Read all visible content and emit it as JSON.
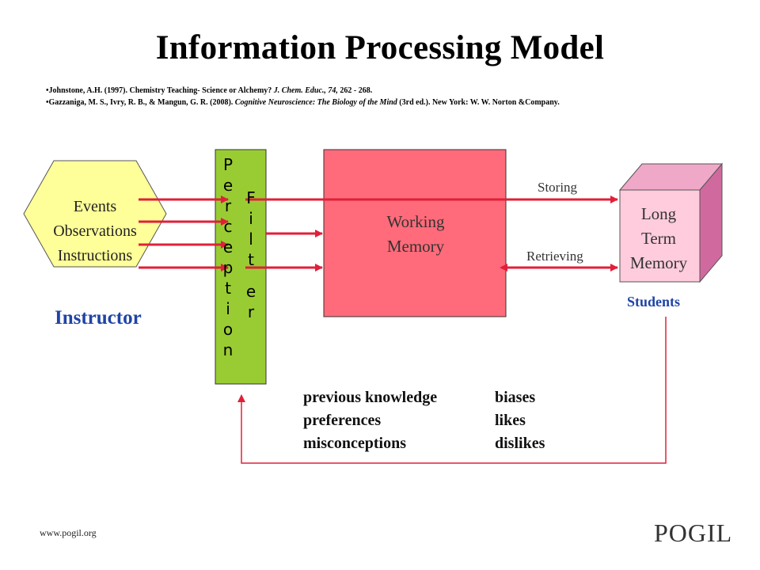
{
  "title": "Information Processing Model",
  "references": [
    {
      "pre": "Johnstone, A.H. (1997).  Chemistry Teaching- Science or Alchemy? ",
      "italic": "J. Chem. Educ., 74,",
      "post": " 262 - 268."
    },
    {
      "pre": "Gazzaniga, M. S., Ivry, R. B., & Mangun, G. R. (2008).  ",
      "italic": "Cognitive Neuroscience:  The Biology of the Mind",
      "post": " (3rd ed.).  New York:  W. W. Norton &Company."
    }
  ],
  "hexagon": {
    "lines": [
      "Events",
      "Observations",
      "Instructions"
    ],
    "color": "#ffff99"
  },
  "perception": {
    "letters": [
      "P",
      "e",
      "r",
      "c",
      "e",
      "p",
      "t",
      "i",
      "o",
      "n"
    ],
    "color": "#99cc33"
  },
  "filter": {
    "letters": [
      "F",
      "i",
      "l",
      "t",
      "e",
      "r"
    ]
  },
  "working_memory": {
    "lines": [
      "Working",
      "Memory"
    ],
    "color": "#ff6b7a"
  },
  "long_term_memory": {
    "lines": [
      "Long",
      "Term",
      "Memory"
    ],
    "front_color": "#ffccdd",
    "side_color": "#d06a9e"
  },
  "arrows": {
    "storing": "Storing",
    "retrieving": "Retrieving",
    "color": "#e0203a"
  },
  "roles": {
    "instructor": "Instructor",
    "students": "Students"
  },
  "factors": {
    "left": [
      "previous knowledge",
      "preferences",
      "misconceptions"
    ],
    "right": [
      "biases",
      "likes",
      "dislikes"
    ]
  },
  "footer": {
    "url": "www.pogil.org",
    "logo": "POGIL"
  }
}
